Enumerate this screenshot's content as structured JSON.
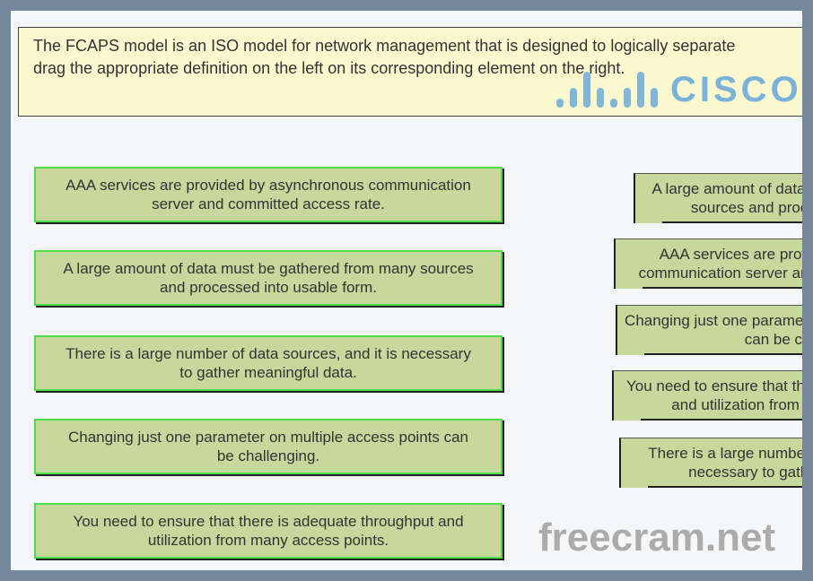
{
  "prompt": {
    "line1": "The FCAPS model is an ISO model for network management that is designed to logically separate",
    "line2": "drag the appropriate definition on the left on its corresponding element on the right."
  },
  "left_items": [
    "AAA services are provided by asynchronous communication server and committed access rate.",
    "A large amount of data must be gathered from many sources and processed into usable form.",
    "There is a large number of data sources, and it is necessary to gather meaningful data.",
    "Changing just one parameter on multiple access points can be challenging.",
    "You need to ensure that there is adequate throughput and utilization from many access points."
  ],
  "right_items": [
    "A large amount of data must be gathered from many sources and processed into usable form.",
    "AAA services are provided by asynchronous communication server and committed access rate.",
    "Changing just one parameter on multiple access points can be challenging.",
    "You need to ensure that there is adequate throughput and utilization from many access points.",
    "There is a large number of data sources, and it is necessary to gather meaningful data."
  ],
  "watermark": "freecram.net",
  "logo": "CISCO"
}
